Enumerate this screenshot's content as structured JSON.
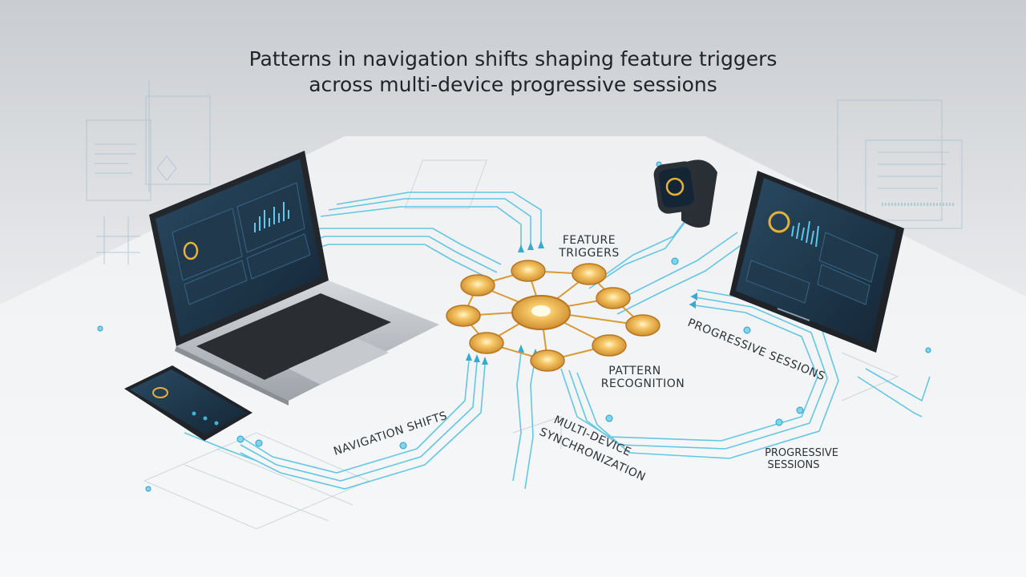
{
  "title": {
    "line1": "Patterns in navigation shifts shaping feature triggers",
    "line2": "across multi-device progressive sessions"
  },
  "labels": {
    "feature_triggers_1": "FEATURE",
    "feature_triggers_2": "TRIGGERS",
    "pattern_recognition_1": "PATTERN",
    "pattern_recognition_2": "RECOGNITION",
    "navigation_shifts": "NAVIGATION SHIFTS",
    "multi_device_1": "MULTI-DEVICE",
    "multi_device_2": "SYNCHRONIZATION",
    "progressive_sessions_curved": "PROGRESSIVE SESSIONS",
    "progressive_sessions_1": "PROGRESSIVE",
    "progressive_sessions_2": "SESSIONS"
  },
  "devices": [
    "laptop",
    "smartphone",
    "smartwatch",
    "tablet"
  ],
  "colors": {
    "accent_cyan": "#3fb6d9",
    "node_gold": "#e2a23b",
    "node_core": "#fff3c4",
    "screen_dark": "#1c3346",
    "device_frame": "#23272c"
  }
}
